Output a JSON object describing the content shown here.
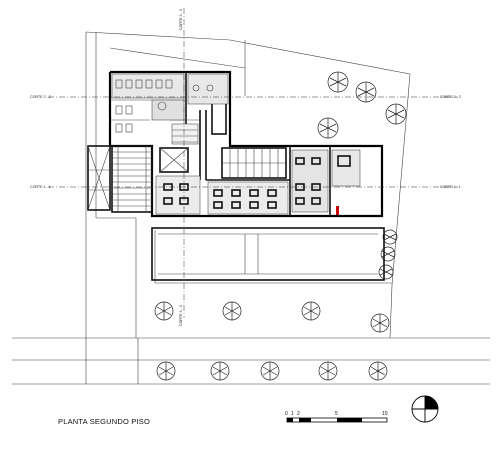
{
  "title": "PLANTA SEGUNDO PISO",
  "sections": {
    "corte_2_left": "CORTE 2 - 2",
    "corte_2_right": "CORTE 2 - 2",
    "corte_1_left": "CORTE 1 - 1",
    "corte_1_right": "CORTE 1 - 1",
    "corte_3_top": "CORTE 3 - 3",
    "corte_3_bottom": "CORTE 3 - 3"
  },
  "scale_bar": {
    "labels": [
      "0",
      "1",
      "2",
      "5",
      "10"
    ]
  },
  "colors": {
    "line": "#111111",
    "accent_red": "#cc0000"
  }
}
